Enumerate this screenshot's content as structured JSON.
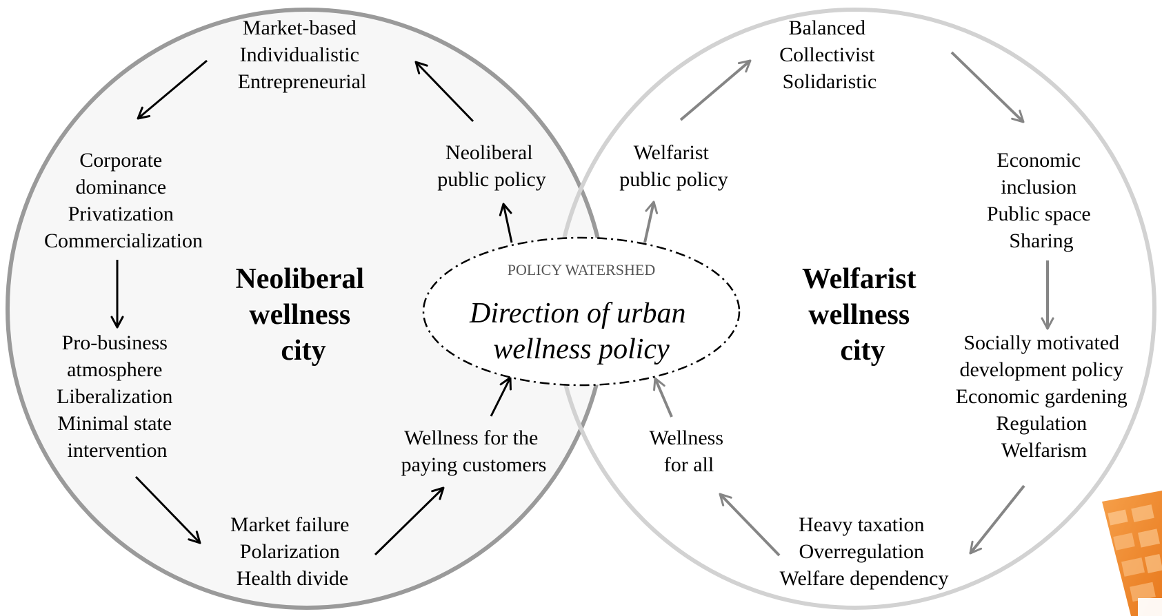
{
  "colors": {
    "left_fill": "#f7f7f7",
    "left_circle_stroke": "#9a9a9a",
    "right_circle_stroke": "#d2d2d2",
    "left_arrow": "#000000",
    "right_arrow": "#858585",
    "watershed_text": "#555555"
  },
  "left_cycle": {
    "title": [
      "Neoliberal",
      "wellness",
      "city"
    ],
    "top": [
      "Market-based",
      "Individualistic",
      "Entrepreneurial"
    ],
    "upper_left": [
      "Corporate",
      "dominance",
      "Privatization",
      "Commercialization"
    ],
    "mid_left": [
      "Pro-business",
      "atmosphere",
      "Liberalization",
      "Minimal state",
      "intervention"
    ],
    "bottom": [
      "Market failure",
      "Polarization",
      "Health divide"
    ],
    "lower_right": [
      "Wellness for the",
      "paying customers"
    ],
    "upper_right": [
      "Neoliberal",
      "public policy"
    ]
  },
  "right_cycle": {
    "title": [
      "Welfarist",
      "wellness",
      "city"
    ],
    "top": [
      "Balanced",
      "Collectivist",
      "Solidaristic"
    ],
    "upper_right": [
      "Economic",
      "inclusion",
      "Public space",
      "Sharing"
    ],
    "mid_right": [
      "Socially motivated",
      "development policy",
      "Economic gardening",
      "Regulation",
      "Welfarism"
    ],
    "bottom": [
      "Heavy taxation",
      "Overregulation",
      "Welfare dependency"
    ],
    "lower_left": [
      "Wellness",
      "for all"
    ],
    "upper_left": [
      "Welfarist",
      "public policy"
    ]
  },
  "center": {
    "watershed_label": "POLICY WATERSHED",
    "direction_text": [
      "Direction of urban",
      "wellness policy"
    ]
  },
  "corner_decoration": "orange-book-cover-fragment"
}
